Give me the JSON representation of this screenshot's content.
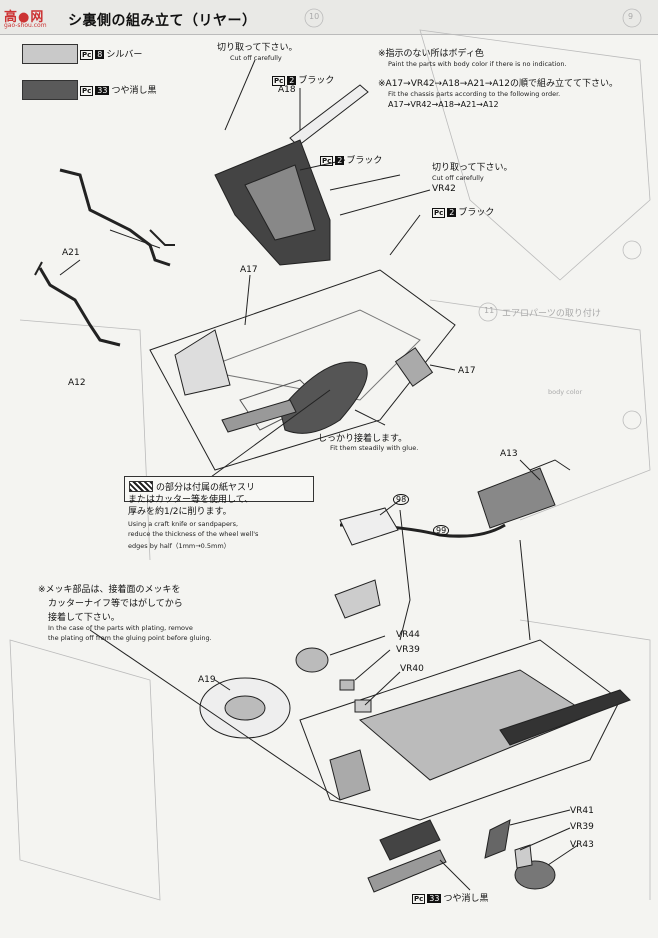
{
  "header": {
    "logo_text": "高●网",
    "logo_url": "gao-shou.com",
    "title": "シ裏側の組み立て（リヤー）"
  },
  "paints": [
    {
      "code": "8",
      "name": "シルバー",
      "color": "#c9c9c9"
    },
    {
      "code": "33",
      "name": "つや消し黒",
      "color": "#5a5a5a"
    }
  ],
  "notes": {
    "body_color_jp": "※指示のない所はボディ色",
    "body_color_en": "Paint the parts with body color if there is no indication.",
    "order_jp": "※A17→VR42→A18→A21→A12の順で組み立てて下さい。",
    "order_en": "Fit the chassis parts according to the following order.",
    "order_seq": "A17→VR42→A18→A21→A12",
    "cut_jp_1": "切り取って下さい。",
    "cut_en_1": "Cut off carefully",
    "cut_jp_2": "切り取って下さい。",
    "cut_en_2": "Cut off carefully",
    "glue_jp": "しっかり接着します。",
    "glue_en": "Fit them steadily with glue.",
    "file_jp_1": "の部分は付属の紙ヤスリ",
    "file_jp_2": "またはカッター等を使用して、",
    "file_jp_3": "厚みを約1/2に削ります。",
    "file_en_1": "Using a craft knife or sandpapers,",
    "file_en_2": "reduce the thickness of the wheel well's",
    "file_en_3": "edges by half（1mm→0.5mm）",
    "plating_jp_1": "※メッキ部品は、接着面のメッキを",
    "plating_jp_2": "カッターナイフ等ではがしてから",
    "plating_jp_3": "接着して下さい。",
    "plating_en_1": "In the case of the parts with plating, remove",
    "plating_en_2": "the plating off from the gluing point before gluing."
  },
  "callouts": {
    "pc2_black_1": "ブラック",
    "pc2_black_2": "ブラック",
    "pc2_black_3": "ブラック",
    "pc33_flat_black": "つや消し黒",
    "pc_code_2": "2",
    "pc_code_33": "33"
  },
  "parts": {
    "a18": "A18",
    "vr42": "VR42",
    "a21": "A21",
    "a17_top": "A17",
    "a17_right": "A17",
    "a12": "A12",
    "a13": "A13",
    "n98": "98",
    "n99": "99",
    "vr44": "VR44",
    "vr39_top": "VR39",
    "vr40": "VR40",
    "a19": "A19",
    "vr41": "VR41",
    "vr39_bottom": "VR39",
    "vr43": "VR43"
  },
  "faded": {
    "step_9": "9",
    "step_10": "10",
    "step_11": "11",
    "aero_title": "エアロパーツの取り付け",
    "body_color": "body color"
  }
}
